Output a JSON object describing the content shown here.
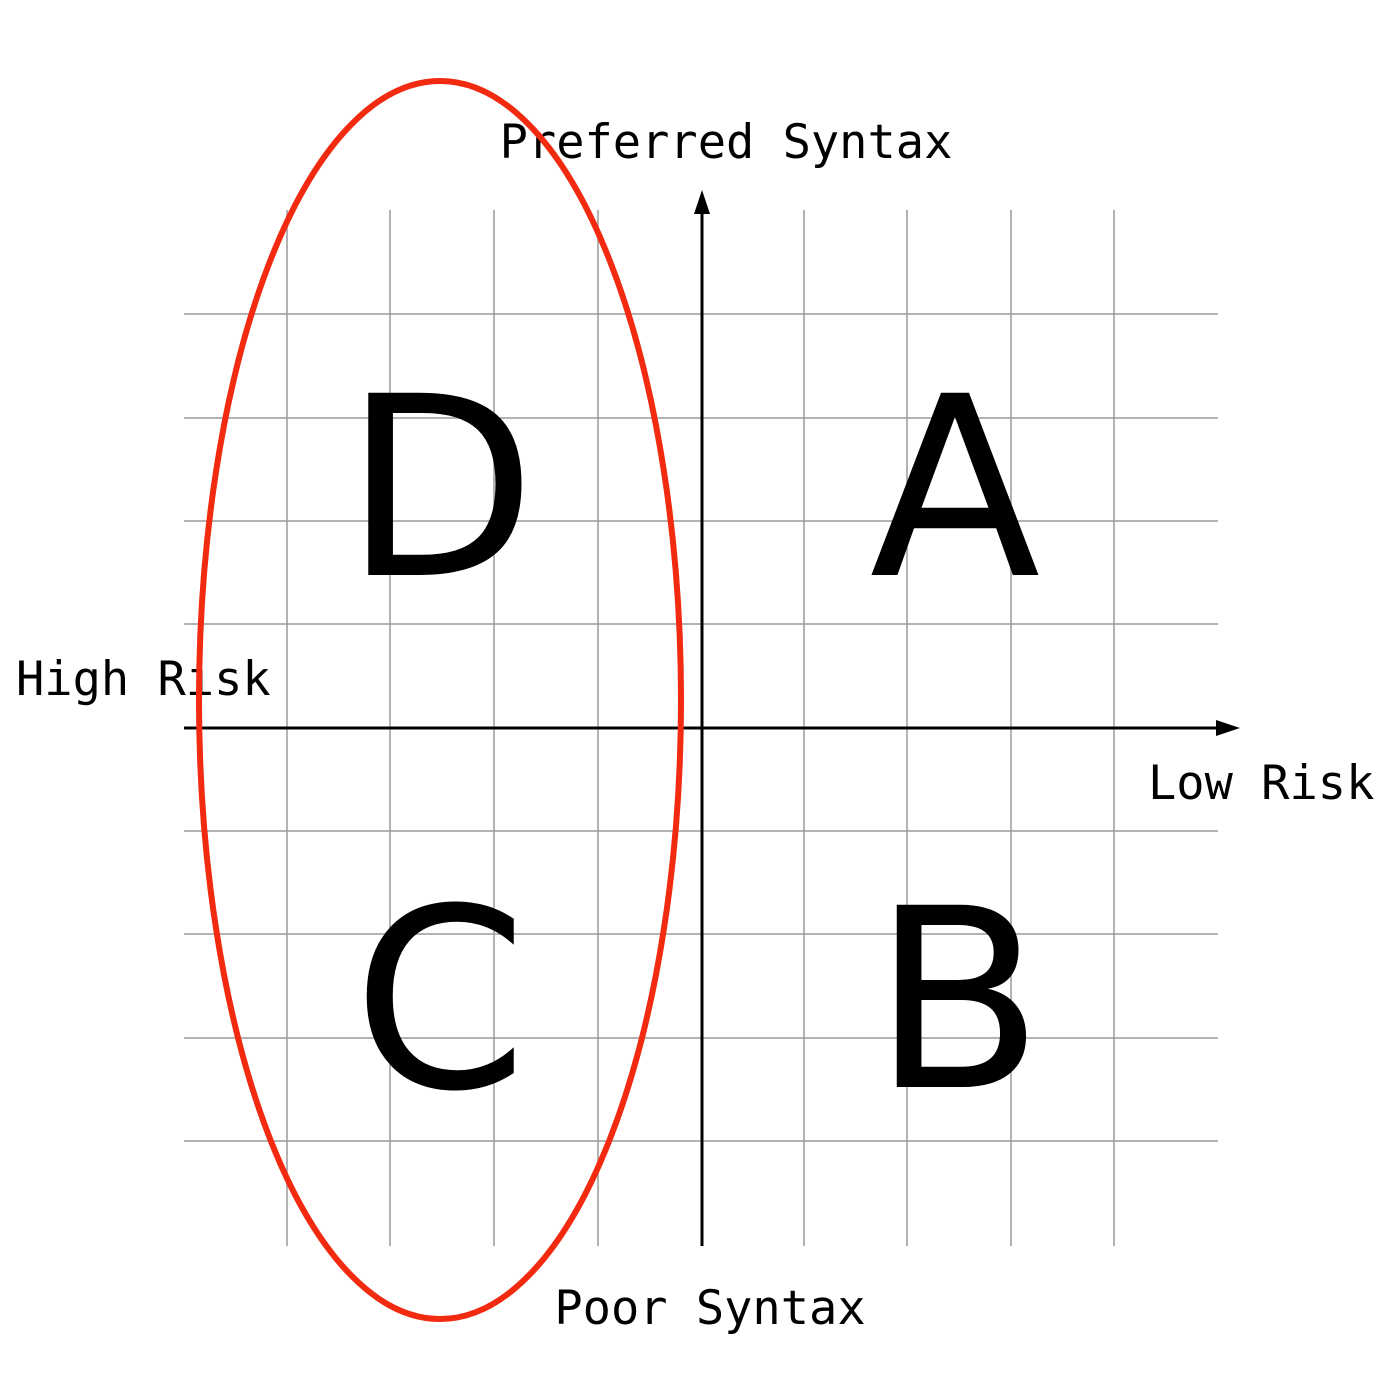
{
  "axes": {
    "top_label": "Preferred Syntax",
    "bottom_label": "Poor Syntax",
    "left_label": "High Risk",
    "right_label": "Low Risk"
  },
  "quadrants": {
    "top_right": "A",
    "bottom_right": "B",
    "bottom_left": "C",
    "top_left": "D"
  },
  "highlight": {
    "region": "left quadrants (C and D)",
    "color": "#f22a10"
  },
  "colors": {
    "background": "#ffffff",
    "grid": "#9a9a9a",
    "axis": "#000000",
    "text": "#000000"
  }
}
